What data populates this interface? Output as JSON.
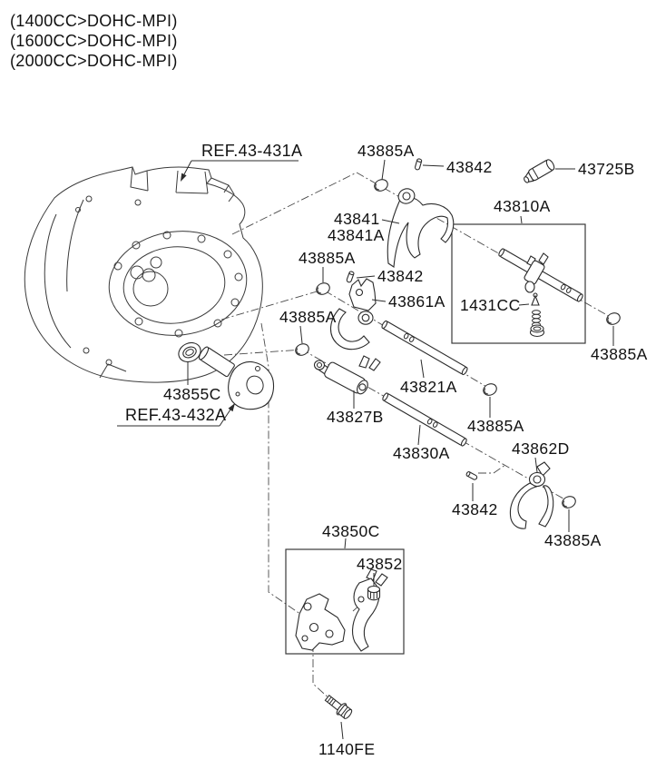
{
  "header": {
    "line1": "(1400CC>DOHC-MPI)",
    "line2": "(1600CC>DOHC-MPI)",
    "line3": "(2000CC>DOHC-MPI)"
  },
  "refs": {
    "case_ref": "REF.43-431A",
    "housing_ref": "REF.43-432A"
  },
  "parts": {
    "bushing": "43885A",
    "pin": "43842",
    "plug_top": "43725B",
    "shaft_assembly": "43810A",
    "fork_a": "43841",
    "fork_a2": "43841A",
    "fork_b": "43861A",
    "detent_kit": "1431CC",
    "shaft_12": "43821A",
    "lug": "43827B",
    "shaft_34": "43830A",
    "fork_r": "43862D",
    "oil_seal": "43855C",
    "bracket_assembly": "43850C",
    "plug_small": "43852",
    "bolt": "1140FE"
  },
  "colors": {
    "ink": "#111111",
    "line": "#2b2b2b",
    "background": "#ffffff"
  }
}
